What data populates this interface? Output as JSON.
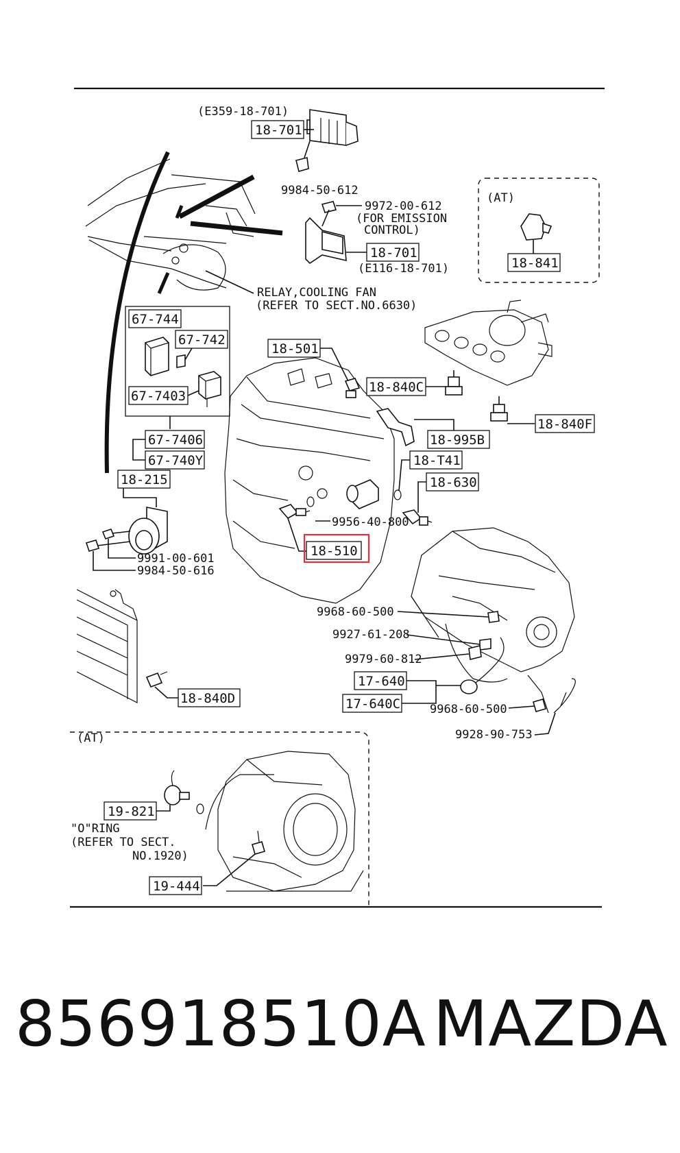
{
  "labels": {
    "note_e359": "(E359-18-701)",
    "p18_701_top": "18-701",
    "p9984_50_612": "9984-50-612",
    "p9972_00_612": "9972-00-612",
    "for_emission": "(FOR EMISSION",
    "control": "CONTROL)",
    "p18_701_mid": "18-701",
    "note_e116": "(E116-18-701)",
    "at_top": "(AT)",
    "p18_841": "18-841",
    "relay_1": "RELAY,COOLING FAN",
    "relay_2": "(REFER TO SECT.NO.6630)",
    "p67_744": "67-744",
    "p67_742": "67-742",
    "p67_7403": "67-7403",
    "p67_7406": "67-7406",
    "p67_740y": "67-740Y",
    "p18_215": "18-215",
    "p9991_00_601": "9991-00-601",
    "p9984_50_616": "9984-50-616",
    "p18_501": "18-501",
    "p18_840c": "18-840C",
    "p18_995b": "18-995B",
    "p18_840f": "18-840F",
    "p18_t41": "18-T41",
    "p18_630": "18-630",
    "p9956_40_800": "9956-40-800",
    "p18_510": "18-510",
    "p9968_60_500_a": "9968-60-500",
    "p9927_61_208": "9927-61-208",
    "p9979_60_812": "9979-60-812",
    "p17_640": "17-640",
    "p17_640c": "17-640C",
    "p9968_60_500_b": "9968-60-500",
    "p9928_90_753": "9928-90-753",
    "p18_840d": "18-840D",
    "at_bottom": "(AT)",
    "p19_821": "19-821",
    "oring_1": "\"O\"RING",
    "oring_2": "(REFER TO SECT.",
    "oring_3": "NO.1920)",
    "p19_444": "19-444"
  },
  "highlight": "18-510",
  "caption": {
    "part_number": "856918510A",
    "brand": "MAZDA"
  },
  "colors": {
    "line": "#111111",
    "highlight": "#e0303a",
    "background": "#ffffff"
  }
}
